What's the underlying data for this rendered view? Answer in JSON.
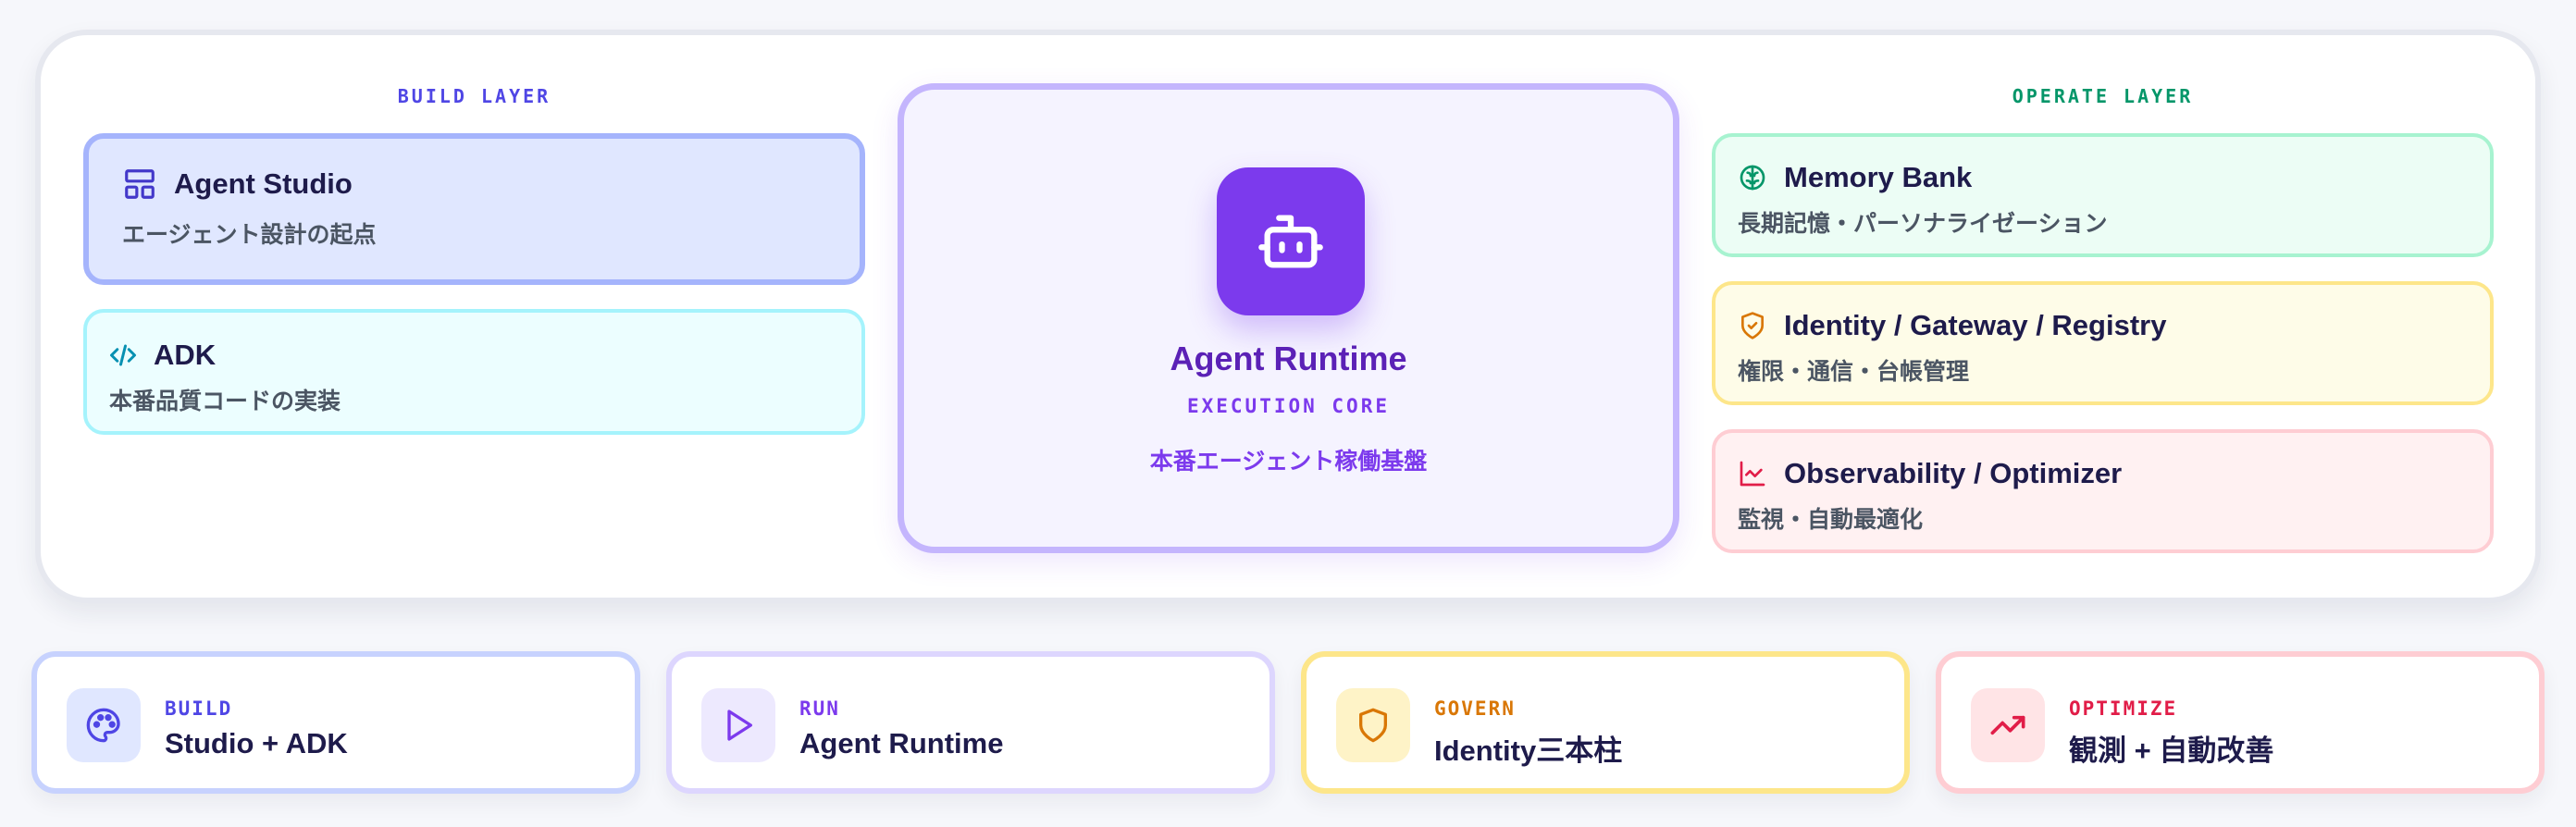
{
  "build_layer": {
    "label": "BUILD LAYER",
    "agent_studio": {
      "title": "Agent Studio",
      "subtitle": "エージェント設計の起点",
      "icon": "layout-icon"
    },
    "adk": {
      "title": "ADK",
      "subtitle": "本番品質コードの実装",
      "icon": "code-icon"
    }
  },
  "runtime": {
    "title": "Agent Runtime",
    "label": "EXECUTION CORE",
    "subtitle": "本番エージェント稼働基盤",
    "icon": "bot-icon"
  },
  "operate_layer": {
    "label": "OPERATE LAYER",
    "memory_bank": {
      "title": "Memory Bank",
      "subtitle": "長期記憶・パーソナライゼーション",
      "icon": "brain-icon"
    },
    "identity": {
      "title": "Identity / Gateway / Registry",
      "subtitle": "権限・通信・台帳管理",
      "icon": "shield-check-icon"
    },
    "observability": {
      "title": "Observability / Optimizer",
      "subtitle": "監視・自動最適化",
      "icon": "line-chart-icon"
    }
  },
  "bottom_cards": [
    {
      "tag": "BUILD",
      "title": "Studio + ADK",
      "icon": "palette-icon"
    },
    {
      "tag": "RUN",
      "title": "Agent Runtime",
      "icon": "play-icon"
    },
    {
      "tag": "GOVERN",
      "title": "Identity三本柱",
      "icon": "shield-icon"
    },
    {
      "tag": "OPTIMIZE",
      "title": "観測 + 自動改善",
      "icon": "trending-up-icon"
    }
  ],
  "colors": {
    "build": "#4f46e5",
    "runtime": "#7c3aed",
    "operate": "#059669",
    "govern": "#d97706",
    "optimize": "#e11d48"
  }
}
